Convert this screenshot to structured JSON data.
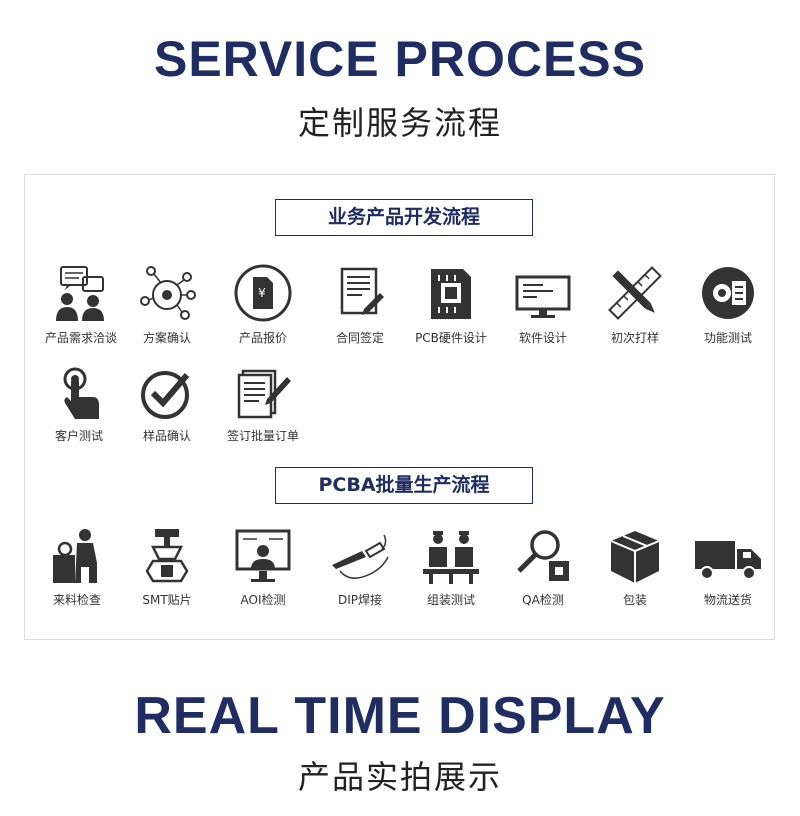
{
  "header": {
    "title": "SERVICE PROCESS",
    "subtitle": "定制服务流程"
  },
  "dev_process": {
    "label": "业务产品开发流程",
    "steps": [
      {
        "label": "产品需求洽谈",
        "icon": "consultation-icon"
      },
      {
        "label": "方案确认",
        "icon": "network-icon"
      },
      {
        "label": "产品报价",
        "icon": "quote-document-icon"
      },
      {
        "label": "合同签定",
        "icon": "contract-sign-icon"
      },
      {
        "label": "PCB硬件设计",
        "icon": "chip-card-icon"
      },
      {
        "label": "软件设计",
        "icon": "monitor-code-icon"
      },
      {
        "label": "初次打样",
        "icon": "ruler-pencil-icon"
      },
      {
        "label": "功能测试",
        "icon": "gear-list-icon"
      },
      {
        "label": "客户测试",
        "icon": "hand-press-icon"
      },
      {
        "label": "样品确认",
        "icon": "check-circle-icon"
      },
      {
        "label": "签订批量订单",
        "icon": "order-sign-icon"
      }
    ]
  },
  "production_process": {
    "label": "PCBA批量生产流程",
    "steps": [
      {
        "label": "来料检查",
        "icon": "inspector-box-icon"
      },
      {
        "label": "SMT贴片",
        "icon": "smt-machine-icon"
      },
      {
        "label": "AOI检测",
        "icon": "aoi-screen-icon"
      },
      {
        "label": "DIP焊接",
        "icon": "soldering-iron-icon"
      },
      {
        "label": "组装测试",
        "icon": "workers-icon"
      },
      {
        "label": "QA检测",
        "icon": "magnifier-icon"
      },
      {
        "label": "包装",
        "icon": "package-box-icon"
      },
      {
        "label": "物流送货",
        "icon": "delivery-truck-icon"
      }
    ]
  },
  "footer": {
    "title": "REAL TIME DISPLAY",
    "subtitle": "产品实拍展示"
  }
}
